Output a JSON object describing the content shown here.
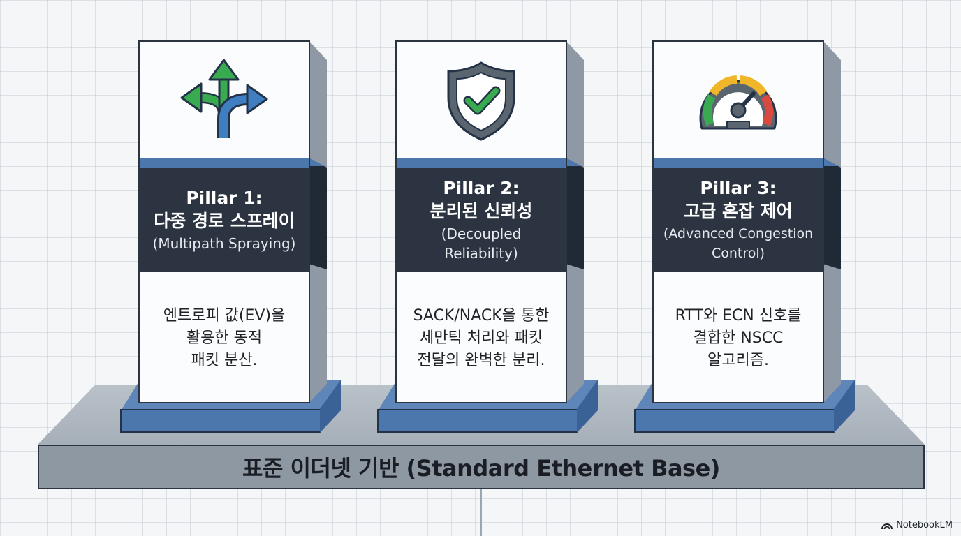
{
  "base": {
    "label": "표준 이더넷 기반 (Standard Ethernet Base)"
  },
  "pillars": [
    {
      "icon": "multipath-arrows-icon",
      "title": "Pillar 1:",
      "subtitle": "다중 경로 스프레이",
      "english": "(Multipath Spraying)",
      "description": [
        "엔트로피 값(EV)을",
        "활용한 동적",
        "패킷 분산."
      ]
    },
    {
      "icon": "shield-check-icon",
      "title": "Pillar 2:",
      "subtitle": "분리된 신뢰성",
      "english": "(Decoupled Reliability)",
      "description": [
        "SACK/NACK을 통한",
        "세만틱 처리와 패킷",
        "전달의 완벽한 분리."
      ]
    },
    {
      "icon": "speedometer-gauge-icon",
      "title": "Pillar 3:",
      "subtitle": "고급 혼잡 제어",
      "english": "(Advanced Congestion Control)",
      "description": [
        "RTT와 ECN 신호를",
        "결합한 NSCC",
        "알고리즘."
      ]
    }
  ],
  "brand": {
    "name": "NotebookLM"
  },
  "colors": {
    "accent_blue": "#4b77ad",
    "band_dark": "#2b3440",
    "arrow_green": "#3aaa50",
    "arrow_blue": "#3f7fc1",
    "check_green": "#3aaa50",
    "shield_gray": "#5b6570"
  }
}
